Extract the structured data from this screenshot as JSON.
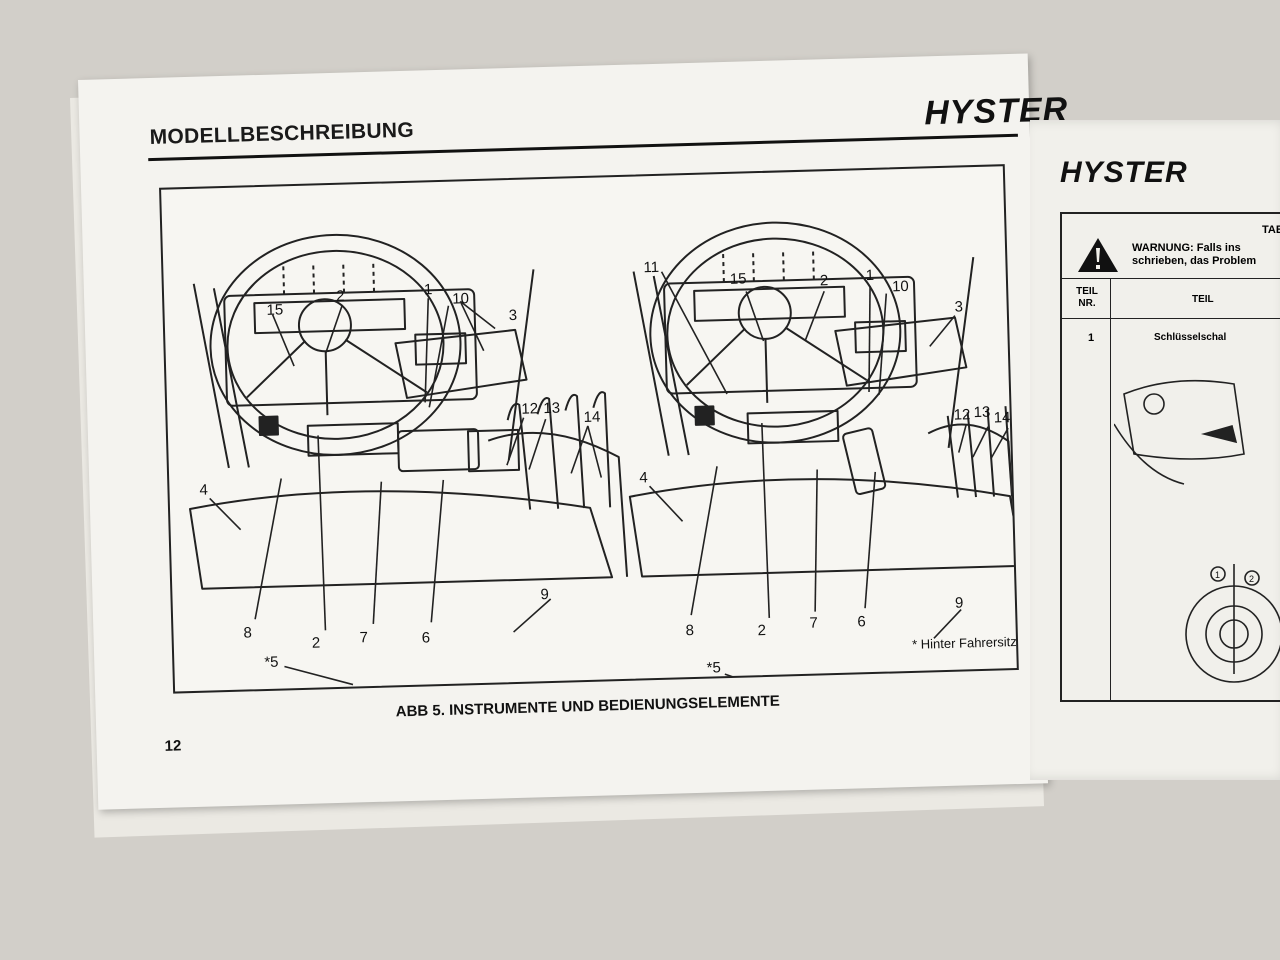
{
  "left_page": {
    "section_title": "MODELLBESCHREIBUNG",
    "brand": "HYSTER",
    "figure": {
      "left_callouts": [
        "15",
        "2",
        "1",
        "10",
        "3",
        "12",
        "13",
        "14",
        "4",
        "8",
        "2",
        "7",
        "6",
        "9",
        "*5"
      ],
      "right_callouts": [
        "11",
        "15",
        "2",
        "1",
        "10",
        "3",
        "12",
        "13",
        "14",
        "4",
        "8",
        "2",
        "7",
        "6",
        "9",
        "*5"
      ],
      "footnote": "* Hinter Fahrersitz"
    },
    "caption": "ABB 5.   INSTRUMENTE UND BEDIENUNGSELEMENTE",
    "page_number": "12"
  },
  "right_page": {
    "brand": "HYSTER",
    "table_title": "TABE",
    "warning_line1": "WARNUNG:  Falls ins",
    "warning_line2": "schrieben, das Problem",
    "col_teil_nr_line1": "TEIL",
    "col_teil_nr_line2": "NR.",
    "col_teil": "TEIL",
    "row1_number": "1",
    "row1_part": "Schlüsselschal",
    "mini_labels": [
      "1",
      "2"
    ]
  },
  "colors": {
    "paper": "#f4f3ef",
    "ink": "#111111",
    "background": "#d2cfc9"
  }
}
